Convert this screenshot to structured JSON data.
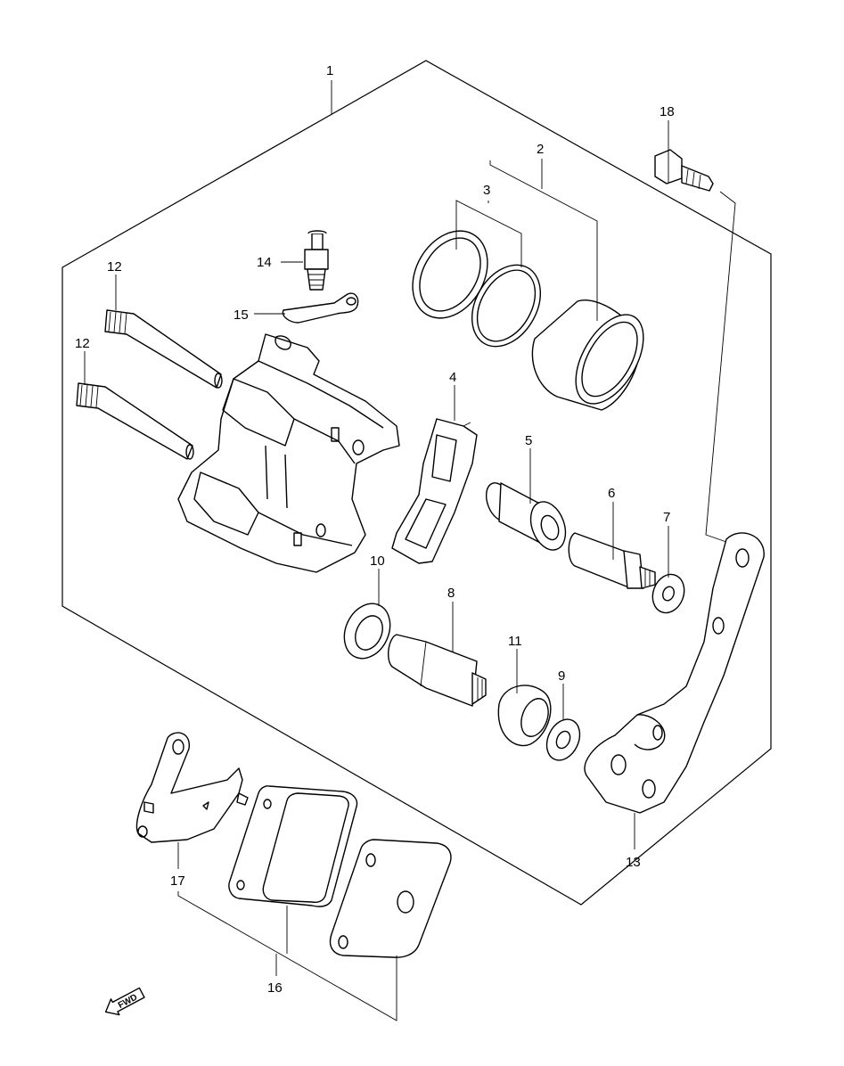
{
  "diagram": {
    "callouts": [
      {
        "id": "1",
        "label": "1"
      },
      {
        "id": "2",
        "label": "2"
      },
      {
        "id": "3",
        "label": "3"
      },
      {
        "id": "4",
        "label": "4"
      },
      {
        "id": "5",
        "label": "5"
      },
      {
        "id": "6",
        "label": "6"
      },
      {
        "id": "7",
        "label": "7"
      },
      {
        "id": "8",
        "label": "8"
      },
      {
        "id": "9",
        "label": "9"
      },
      {
        "id": "10",
        "label": "10"
      },
      {
        "id": "11",
        "label": "11"
      },
      {
        "id": "12a",
        "label": "12"
      },
      {
        "id": "12b",
        "label": "12"
      },
      {
        "id": "13",
        "label": "13"
      },
      {
        "id": "14",
        "label": "14"
      },
      {
        "id": "15",
        "label": "15"
      },
      {
        "id": "16",
        "label": "16"
      },
      {
        "id": "17",
        "label": "17"
      },
      {
        "id": "18",
        "label": "18"
      }
    ],
    "fwd_label": "FWD"
  }
}
